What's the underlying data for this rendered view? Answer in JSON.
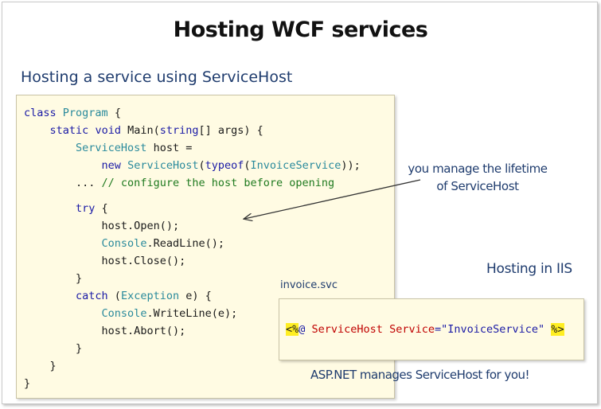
{
  "slide": {
    "title": "Hosting WCF services",
    "section_heading": "Hosting a service using ServiceHost",
    "callout": {
      "line1": "you manage the lifetime",
      "line2": "of ServiceHost"
    },
    "iis_heading": "Hosting in IIS",
    "file_label": "invoice.svc",
    "footer_note": "ASP.NET manages ServiceHost for you!"
  },
  "code": {
    "l1_kw": "class",
    "l1_ty": "Program",
    "l1_rest": " {",
    "l2_indent": "    ",
    "l2_kw1": "static",
    "l2_kw2": "void",
    "l2_mid": " Main(",
    "l2_kw3": "string",
    "l2_rest": "[] args) {",
    "l3_indent": "        ",
    "l3_ty": "ServiceHost",
    "l3_rest": " host =",
    "l4_indent": "            ",
    "l4_kw": "new",
    "l4_ty1": "ServiceHost",
    "l4_mid": "(",
    "l4_kw2": "typeof",
    "l4_mid2": "(",
    "l4_ty2": "InvoiceService",
    "l4_rest": "));",
    "l5_indent": "        ",
    "l5_dots": "... ",
    "l5_comment": "// configure the host before opening",
    "l6_indent": "        ",
    "l6_kw": "try",
    "l6_rest": " {",
    "l7_indent": "            ",
    "l7_text": "host.Open();",
    "l8_indent": "            ",
    "l8_ty": "Console",
    "l8_rest": ".ReadLine();",
    "l9_indent": "            ",
    "l9_text": "host.Close();",
    "l10_indent": "        ",
    "l10_text": "}",
    "l11_indent": "        ",
    "l11_kw": "catch",
    "l11_mid": " (",
    "l11_ty": "Exception",
    "l11_rest": " e) {",
    "l12_indent": "            ",
    "l12_ty": "Console",
    "l12_rest": ".WriteLine(e);",
    "l13_indent": "            ",
    "l13_text": "host.Abort();",
    "l14_indent": "        ",
    "l14_text": "}",
    "l15_indent": "    ",
    "l15_text": "}",
    "l16_text": "}"
  },
  "svc": {
    "open_tag": "<%",
    "at": "@",
    "directive": " ServiceHost",
    "attr_name": " Service",
    "eq": "=",
    "attr_value": "\"InvoiceService\"",
    "space": " ",
    "close_tag": "%>"
  },
  "colors": {
    "heading": "#1f3c6e",
    "panel_bg": "#fffbe3",
    "highlight": "#ffee22",
    "keyword": "#1a1aa6",
    "type": "#2a8a9c",
    "comment": "#1f7a1f"
  }
}
